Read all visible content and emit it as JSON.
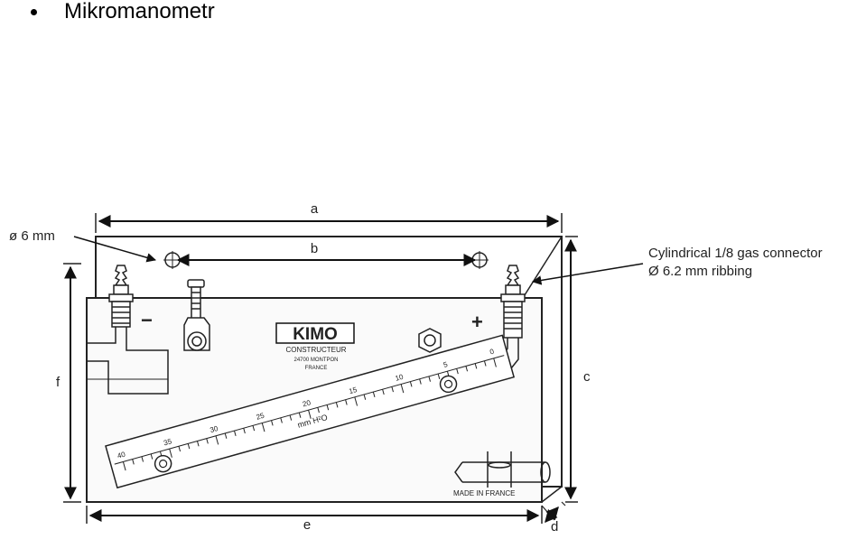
{
  "page": {
    "title": "Mikromanometr"
  },
  "diagram": {
    "dimensions": {
      "a": "a",
      "b": "b",
      "c": "c",
      "d": "d",
      "e": "e",
      "f": "f"
    },
    "callouts": {
      "hole_diameter": "ø 6 mm",
      "connector_line1": "Cylindrical 1/8 gas connector",
      "connector_line2": "Ø 6.2 mm ribbing"
    },
    "ports": {
      "minus": "−",
      "plus": "+"
    },
    "brand": {
      "logo": "KIMO",
      "line1": "CONSTRUCTEUR",
      "line2": "24700 MONTPON",
      "line3": "FRANCE"
    },
    "scale": {
      "unit": "mm H²O",
      "labels": [
        "40",
        "35",
        "30",
        "25",
        "20",
        "15",
        "10",
        "5",
        "0"
      ]
    },
    "footer": {
      "made_in": "MADE IN FRANCE"
    }
  }
}
